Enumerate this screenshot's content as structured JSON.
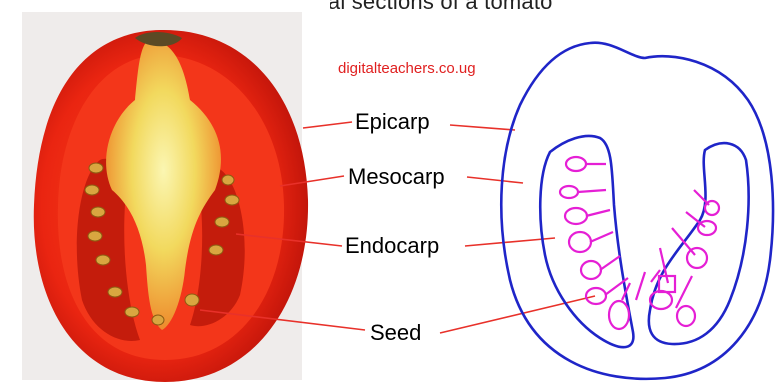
{
  "title": "Longitudinal sections of a tomato",
  "website": "digitalteachers.co.ug",
  "labels": {
    "epicarp": "Epicarp",
    "mesocarp": "Mesocarp",
    "endocarp": "Endocarp",
    "seed": "Seed"
  },
  "colors": {
    "pointer_line": "#e8312a",
    "outline": "#1f25c8",
    "seeds": "#e51fd5",
    "website_text": "#e02020",
    "tomato_skin": "#e11d0e",
    "tomato_core": "#f4ea86"
  }
}
